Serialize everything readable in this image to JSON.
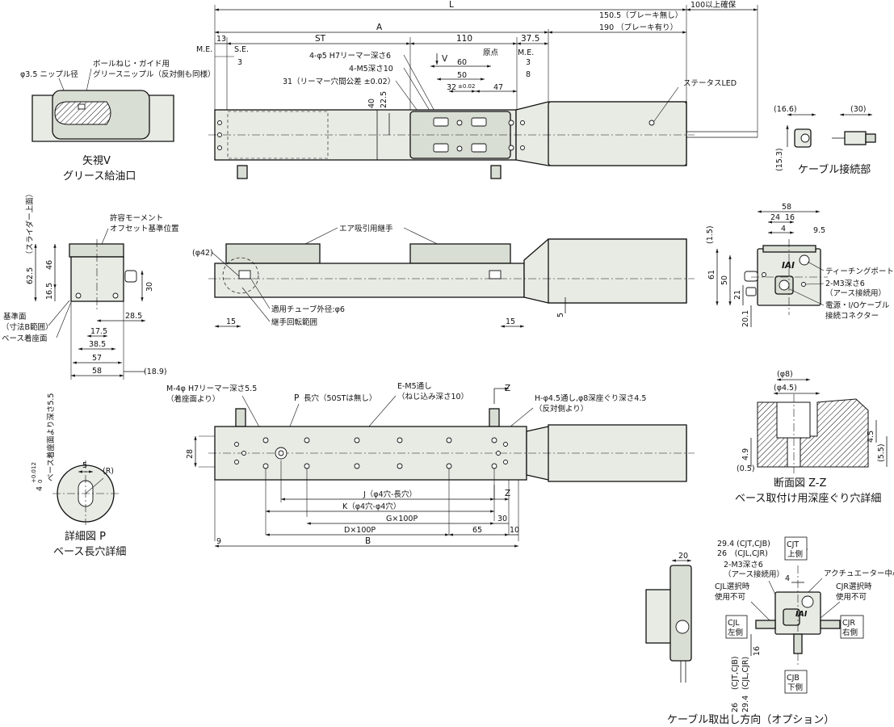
{
  "dims": {
    "L": "L",
    "A": "A",
    "B": "B",
    "brake_none": "150.5（ブレーキ無し）",
    "brake_with": "190 （ブレーキ有り）",
    "clearance": "100以上確保",
    "d13": "13",
    "me": "M.E.",
    "se": "S.E.",
    "d3": "3",
    "st": "ST",
    "d110": "110",
    "d37_5": "37.5",
    "d8": "8",
    "d60": "60",
    "d50": "50",
    "d32": "32",
    "tol32": "±0.02",
    "d47": "47",
    "d40": "40",
    "d22_5": "22.5",
    "d28": "28",
    "d9": "9",
    "d65": "65",
    "d10": "10",
    "d30": "30",
    "d15": "15",
    "d5": "5",
    "d62_5": "62.5",
    "slider_top": "（スライダー上面）",
    "d46": "46",
    "d16_5": "16.5",
    "d17_5": "17.5",
    "d38_5": "38.5",
    "d57": "57",
    "d58": "58",
    "d28_5": "28.5",
    "d18_9": "(18.9)",
    "d16_6": "(16.6)",
    "d15_3": "(15.3)",
    "d30p": "(30)",
    "d24": "24",
    "d16": "16",
    "d4": "4",
    "d9_5": "9.5",
    "d1_5": "(1.5)",
    "d61": "61",
    "d21": "21",
    "d20_1": "20.1",
    "d8p": "(φ8)",
    "d4_5p": "(φ4.5)",
    "d4_9": "4.9",
    "d0_5": "(0.5)",
    "d4_5": "4.5",
    "d5_5": "(5.5)",
    "d20": "20",
    "d29_4": "29.4",
    "d26": "26",
    "p_hole_dia": "4",
    "p_tol": "+0.012",
    "p_tol0": "0",
    "p_from_base": "ベース着座面より深さ5.5",
    "p_r": "(R)"
  },
  "notes": {
    "nipple": "φ3.5 ニップル径",
    "grease_nipple_1": "ボールねじ・ガイド用",
    "grease_nipple_2": "グリースニップル（反対側も同様）",
    "view_v": "矢視V",
    "grease_port": "グリース給油口",
    "reamer_4": "4-φ5 H7リーマー深さ6",
    "m5_4": "4-M5深さ10",
    "reamer_pitch": "31（リーマー穴間公差 ±0.02）",
    "origin": "原点",
    "v_arrow": "V",
    "status_led": "ステータスLED",
    "cable_conn": "ケーブル接続部",
    "moment_1": "許容モーメント",
    "moment_2": "オフセット基準位置",
    "datum_1": "基準面",
    "datum_2": "（寸法B範囲）",
    "base_seat": "ベース着座面",
    "air_joint": "エア吸引用継手",
    "phi42": "(φ42)",
    "tube": "適用チューブ外径:φ6",
    "joint_rot": "継手回転範囲",
    "teaching": "ティーチングポート",
    "m3_earth_1": "2-M3深さ6",
    "m3_earth_2": "（アース接続用）",
    "power_1": "電源・I/Oケーブル",
    "power_2": "接続コネクター",
    "brand": "IAI",
    "m4_reamer_1": "M-4φ H7リーマー深さ5.5",
    "m4_reamer_2": "（着座面より）",
    "slot_p": "P",
    "slot": "長穴（50STは無し）",
    "e_m5_1": "E-M5通し",
    "e_m5_2": "（ねじ込み深さ10）",
    "h_hole_1": "H-φ4.5通し,φ8深座ぐり深さ4.5",
    "h_hole_2": "（反対側より）",
    "z": "Z",
    "j": "J（φ4穴-長穴）",
    "k": "K（φ4穴-φ4穴）",
    "g": "G×100P",
    "dp": "D×100P",
    "detail_p": "詳細図 P",
    "detail_p_sub": "ベース長穴詳細",
    "section_zz": "断面図 Z-Z",
    "section_zz_sub": "ベース取付け用深座ぐり穴詳細",
    "cjt": "CJT",
    "cjt2": "上側",
    "cjl": "CJL",
    "cjl2": "左側",
    "cjr": "CJR",
    "cjr2": "右側",
    "cjb": "CJB",
    "cjb2": "下側",
    "cj_294": "29.4 (CJT,CJB)",
    "cj_26": "26　(CJL,CJR)",
    "cj_m3_1": "2-M3深さ6",
    "cj_m3_2": "（アース接続用）",
    "cjl_sel_1": "CJL選択時",
    "cjl_sel_2": "使用不可",
    "cjr_sel_1": "CJR選択時",
    "cjr_sel_2": "使用不可",
    "act_center": "アクチュエーター中心",
    "cj_v1": "(CJT,CJB)",
    "cj_v2": "(CJL,CJR)",
    "cable_dir": "ケーブル取出し方向（オプション）"
  }
}
